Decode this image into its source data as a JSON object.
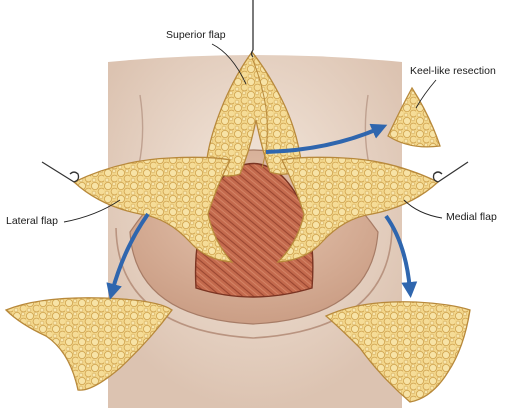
{
  "labels": {
    "superior": "Superior flap",
    "keel": "Keel-like resection",
    "lateral": "Lateral flap",
    "medial": "Medial flap"
  },
  "colors": {
    "fat": "#f3d78c",
    "fat_shadow": "#d9b35c",
    "muscle": "#c46a4d",
    "muscle_dark": "#8e3e2a",
    "skin": "#eddccf",
    "arrow": "#2f66ae"
  }
}
